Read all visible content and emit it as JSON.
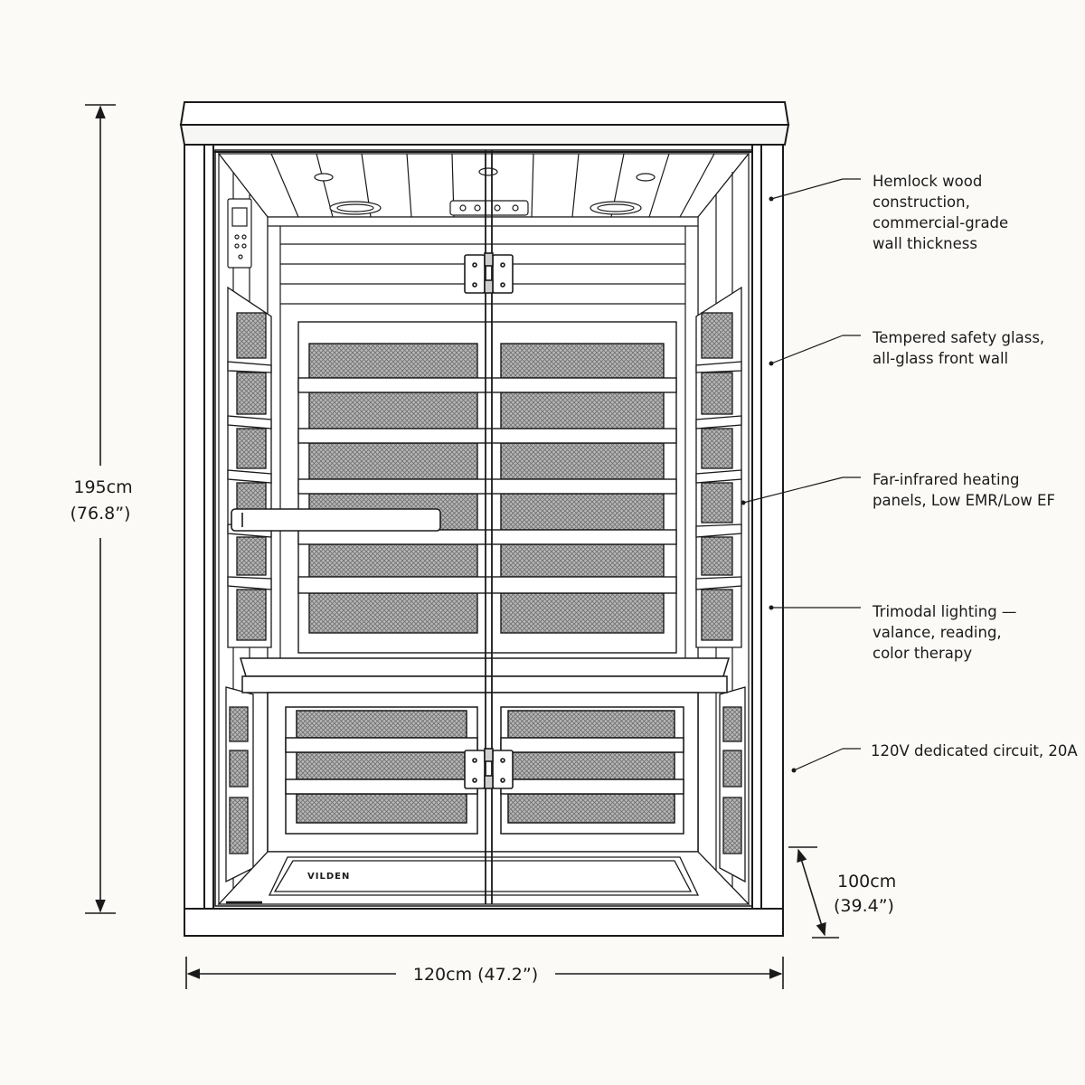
{
  "dimensions": {
    "height_metric": "195cm",
    "height_imperial": "(76.8”)",
    "width_label": "120cm (47.2”)",
    "depth_metric": "100cm",
    "depth_imperial": "(39.4”)"
  },
  "callouts": [
    {
      "lines": [
        "Hemlock wood",
        "construction,",
        "commercial-grade",
        "wall thickness"
      ]
    },
    {
      "lines": [
        "Tempered safety glass,",
        "all-glass front wall"
      ]
    },
    {
      "lines": [
        "Far-infrared heating",
        "panels, Low EMR/Low EF"
      ]
    },
    {
      "lines": [
        "Trimodal lighting —",
        "valance, reading,",
        "color therapy"
      ]
    },
    {
      "lines": [
        "120V dedicated circuit, 20A"
      ]
    }
  ],
  "floor_mat_brand": "VILDEN",
  "colors": {
    "line": "#1a1a1a",
    "panel_fill": "#9a9a9a",
    "background": "#fbfaf7",
    "wood": "#ffffff"
  }
}
